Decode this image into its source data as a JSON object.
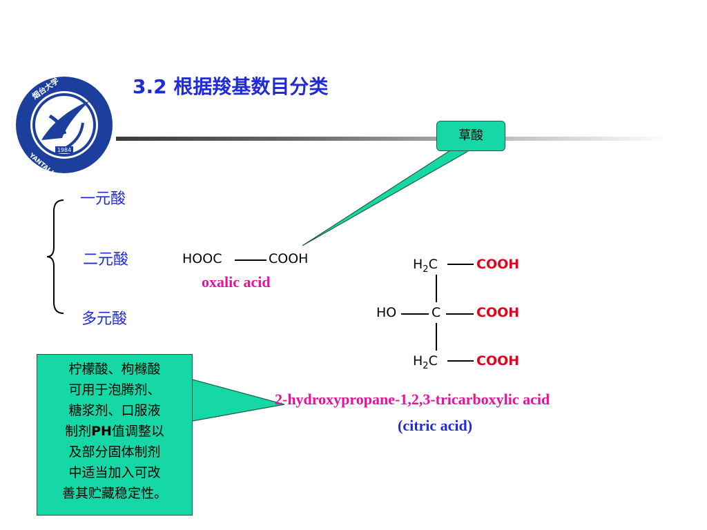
{
  "slide": {
    "title_number": "3.2",
    "title_text": "根据羧基数目分类"
  },
  "logo": {
    "university_cn": "烟台大学",
    "university_en": "YANTAI UNIVERSITY",
    "year": "1984",
    "colors": {
      "ring": "#1c3f9e",
      "background": "#ffffff"
    }
  },
  "categories": [
    {
      "label": "一元酸"
    },
    {
      "label": "二元酸"
    },
    {
      "label": "多元酸"
    }
  ],
  "callout_oxalic": {
    "label": "草酸"
  },
  "oxalic": {
    "left_group": "HOOC",
    "right_group": "COOH",
    "name": "oxalic acid"
  },
  "citric": {
    "top_left": "H",
    "top_sub": "2",
    "top_c": "C",
    "mid_left": "HO",
    "mid_c": "C",
    "bottom_left": "H",
    "bottom_sub": "2",
    "bottom_c": "C",
    "cooh_1": "COOH",
    "cooh_2": "COOH",
    "cooh_3": "COOH",
    "iupac_name": "2-hydroxypropane-1,2,3-tricarboxylic acid",
    "common_name": "(citric acid)"
  },
  "note": {
    "line1": "柠檬酸、枸橼酸",
    "line2": "可用于泡腾剂、",
    "line3": "糖浆剂、口服液",
    "line4_a": "制剂",
    "line4_b": "PH",
    "line4_c": "值调整以",
    "line5": "及部分固体制剂",
    "line6": "中适当加入可改",
    "line7": "善其贮藏稳定性。"
  },
  "colors": {
    "title": "#1f2bd6",
    "callout_fill": "#16d8a6",
    "magenta_text": "#e8119a",
    "red_text": "#e6001e"
  }
}
